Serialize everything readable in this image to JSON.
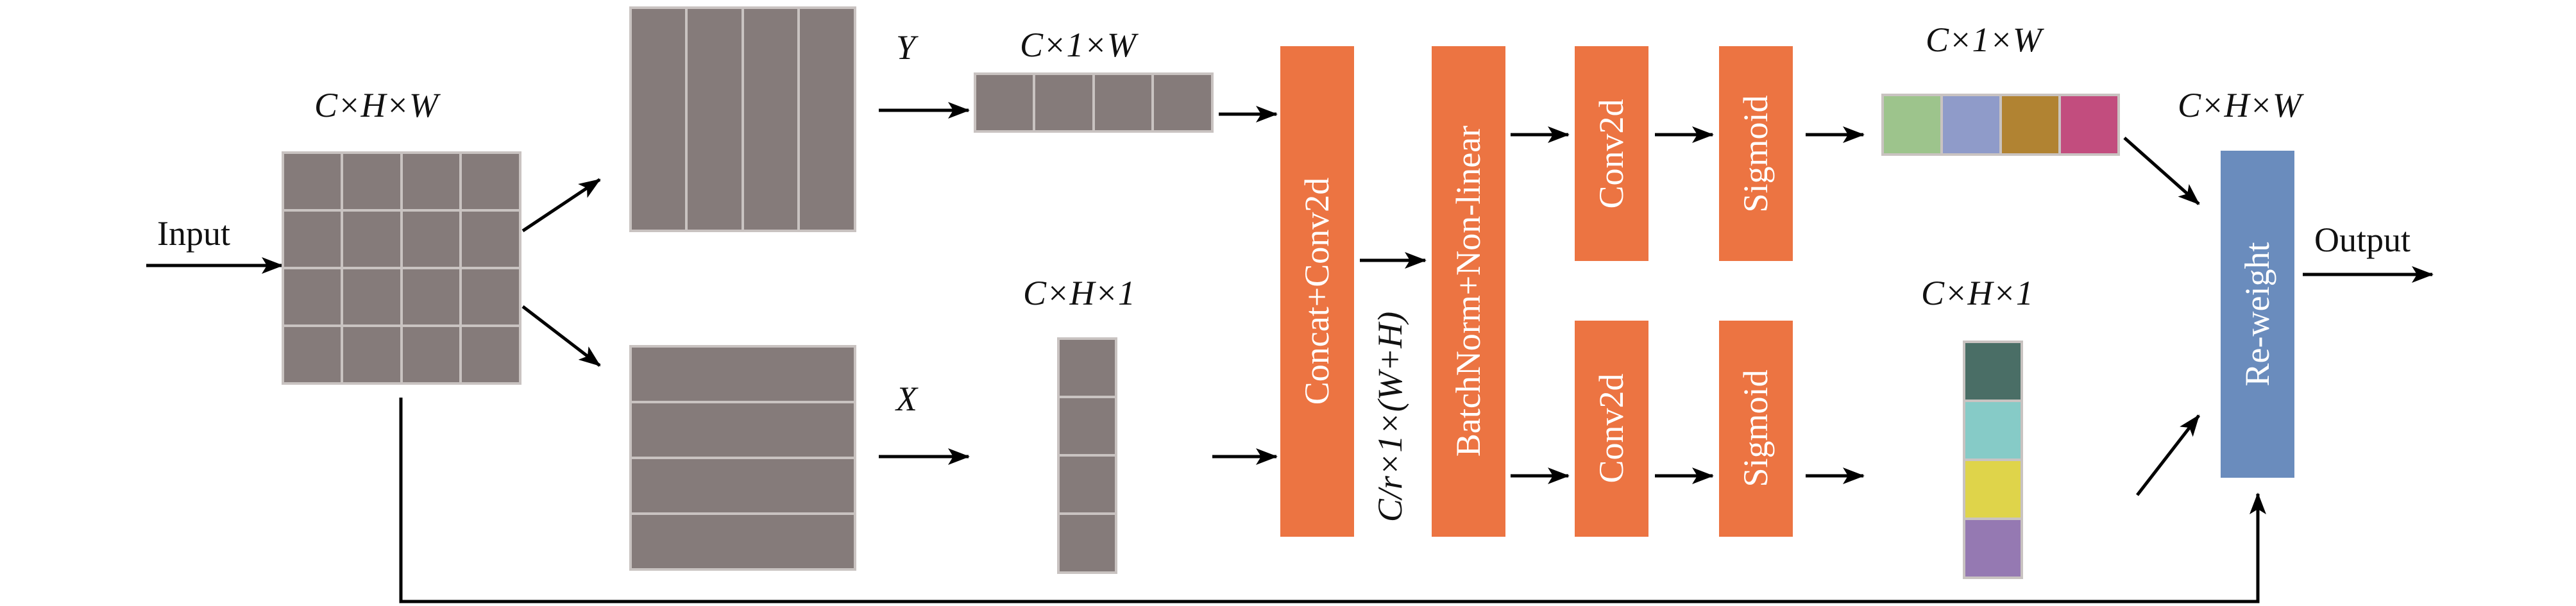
{
  "labels": {
    "input": "Input",
    "output": "Output",
    "chw_input": "C×H×W",
    "y": "Y",
    "x": "X",
    "c1w_pool": "C×1×W",
    "ch1_pool": "C×H×1",
    "concat_conv": "Concat+Conv2d",
    "mid_dims": "C/r×1×(W+H)",
    "bn": "BatchNorm+Non-linear",
    "conv_top": "Conv2d",
    "conv_bottom": "Conv2d",
    "sigmoid_top": "Sigmoid",
    "sigmoid_bottom": "Sigmoid",
    "c1w_attn": "C×1×W",
    "ch1_attn": "C×H×1",
    "chw_output": "C×H×W",
    "reweight": "Re-weight"
  },
  "colors": {
    "feature_gray": "#857b7a",
    "grid_line": "#c9c3c1",
    "orange_block": "#ec7442",
    "reweight_blue": "#6a8cbd",
    "attn_top": [
      "#9dc48c",
      "#8f9bc9",
      "#b18332",
      "#c24d7e"
    ],
    "attn_bottom": [
      "#4a6e66",
      "#86cbc7",
      "#dfd44a",
      "#9579b2"
    ]
  }
}
